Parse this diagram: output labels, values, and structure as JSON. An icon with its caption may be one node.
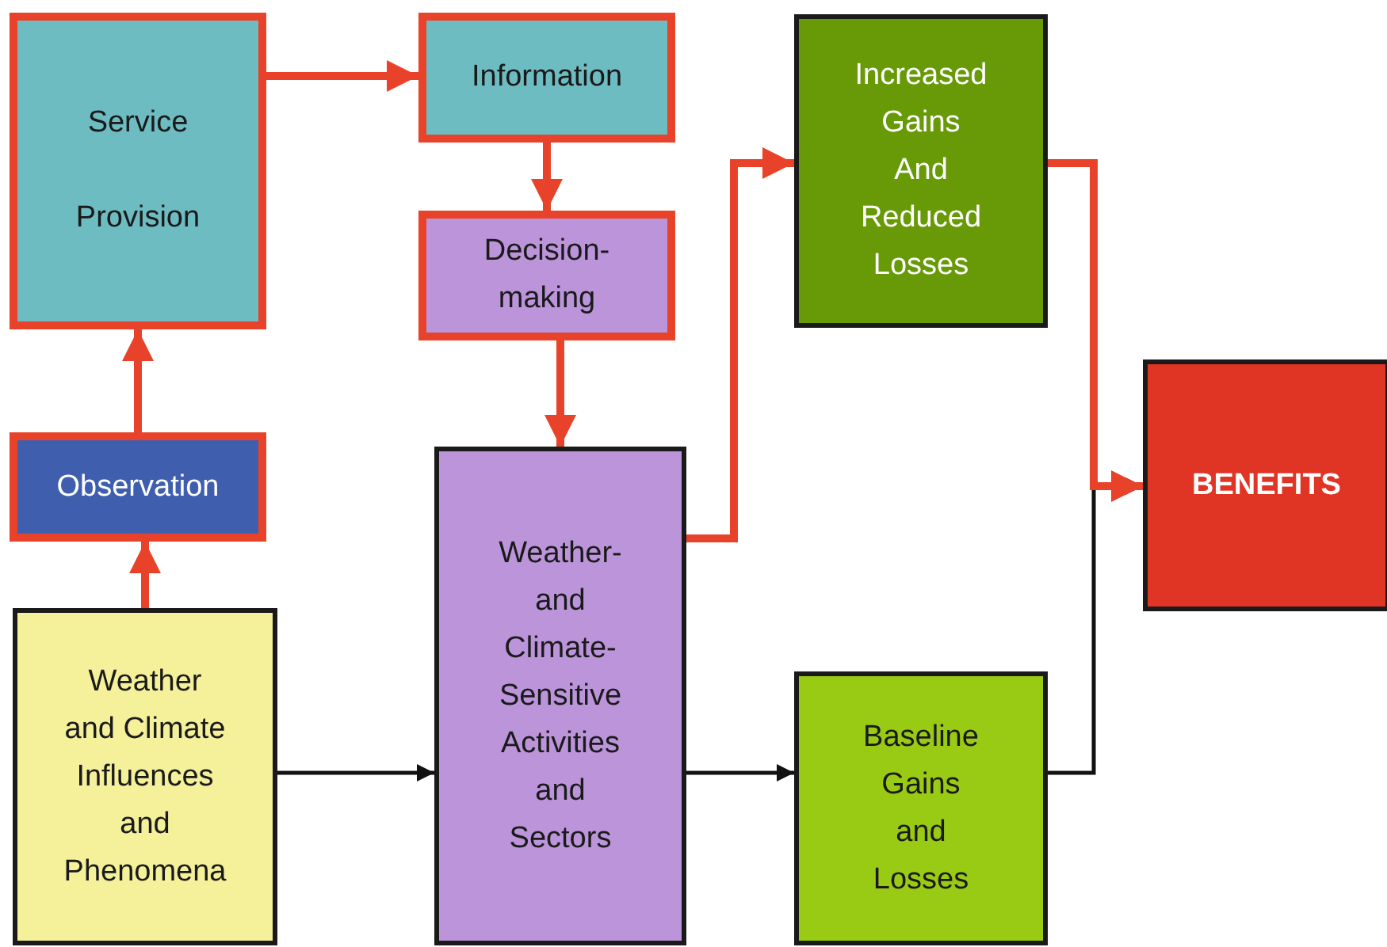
{
  "diagram": {
    "nodes": [
      {
        "text": [
          "Service Provision"
        ]
      },
      {
        "text": [
          "Information"
        ]
      },
      {
        "text": [
          "Decision- making"
        ]
      },
      {
        "text": [
          "Observation"
        ]
      },
      {
        "text": [
          "Weather and Climate Influences and Phenomena"
        ]
      },
      {
        "text": [
          "Weather- and Climate- Sensitive Activities and Sectors"
        ]
      },
      {
        "text": [
          "Increased Gains And Reduced Losses"
        ]
      },
      {
        "text": [
          "Baseline Gains and Losses"
        ]
      },
      {
        "text": [
          "BENEFITS"
        ]
      }
    ],
    "edges": [
      {
        "from": 4,
        "to": 3,
        "arrow": "to"
      },
      {
        "from": 3,
        "to": 0,
        "arrow": "to"
      },
      {
        "from": 0,
        "to": 1,
        "arrow": "to"
      },
      {
        "from": 1,
        "to": 2,
        "arrow": "to"
      },
      {
        "from": 2,
        "to": 5,
        "arrow": "to"
      },
      {
        "from": 5,
        "to": 6,
        "arrow": "to"
      },
      {
        "from": 6,
        "to": 8,
        "arrow": "to"
      },
      {
        "from": 4,
        "to": 5,
        "arrow": "to",
        "color": "#111111"
      },
      {
        "from": 5,
        "to": 7,
        "arrow": "to",
        "color": "#111111"
      },
      {
        "from": 7,
        "to": 8,
        "arrow": "to",
        "color": "#111111"
      }
    ]
  }
}
